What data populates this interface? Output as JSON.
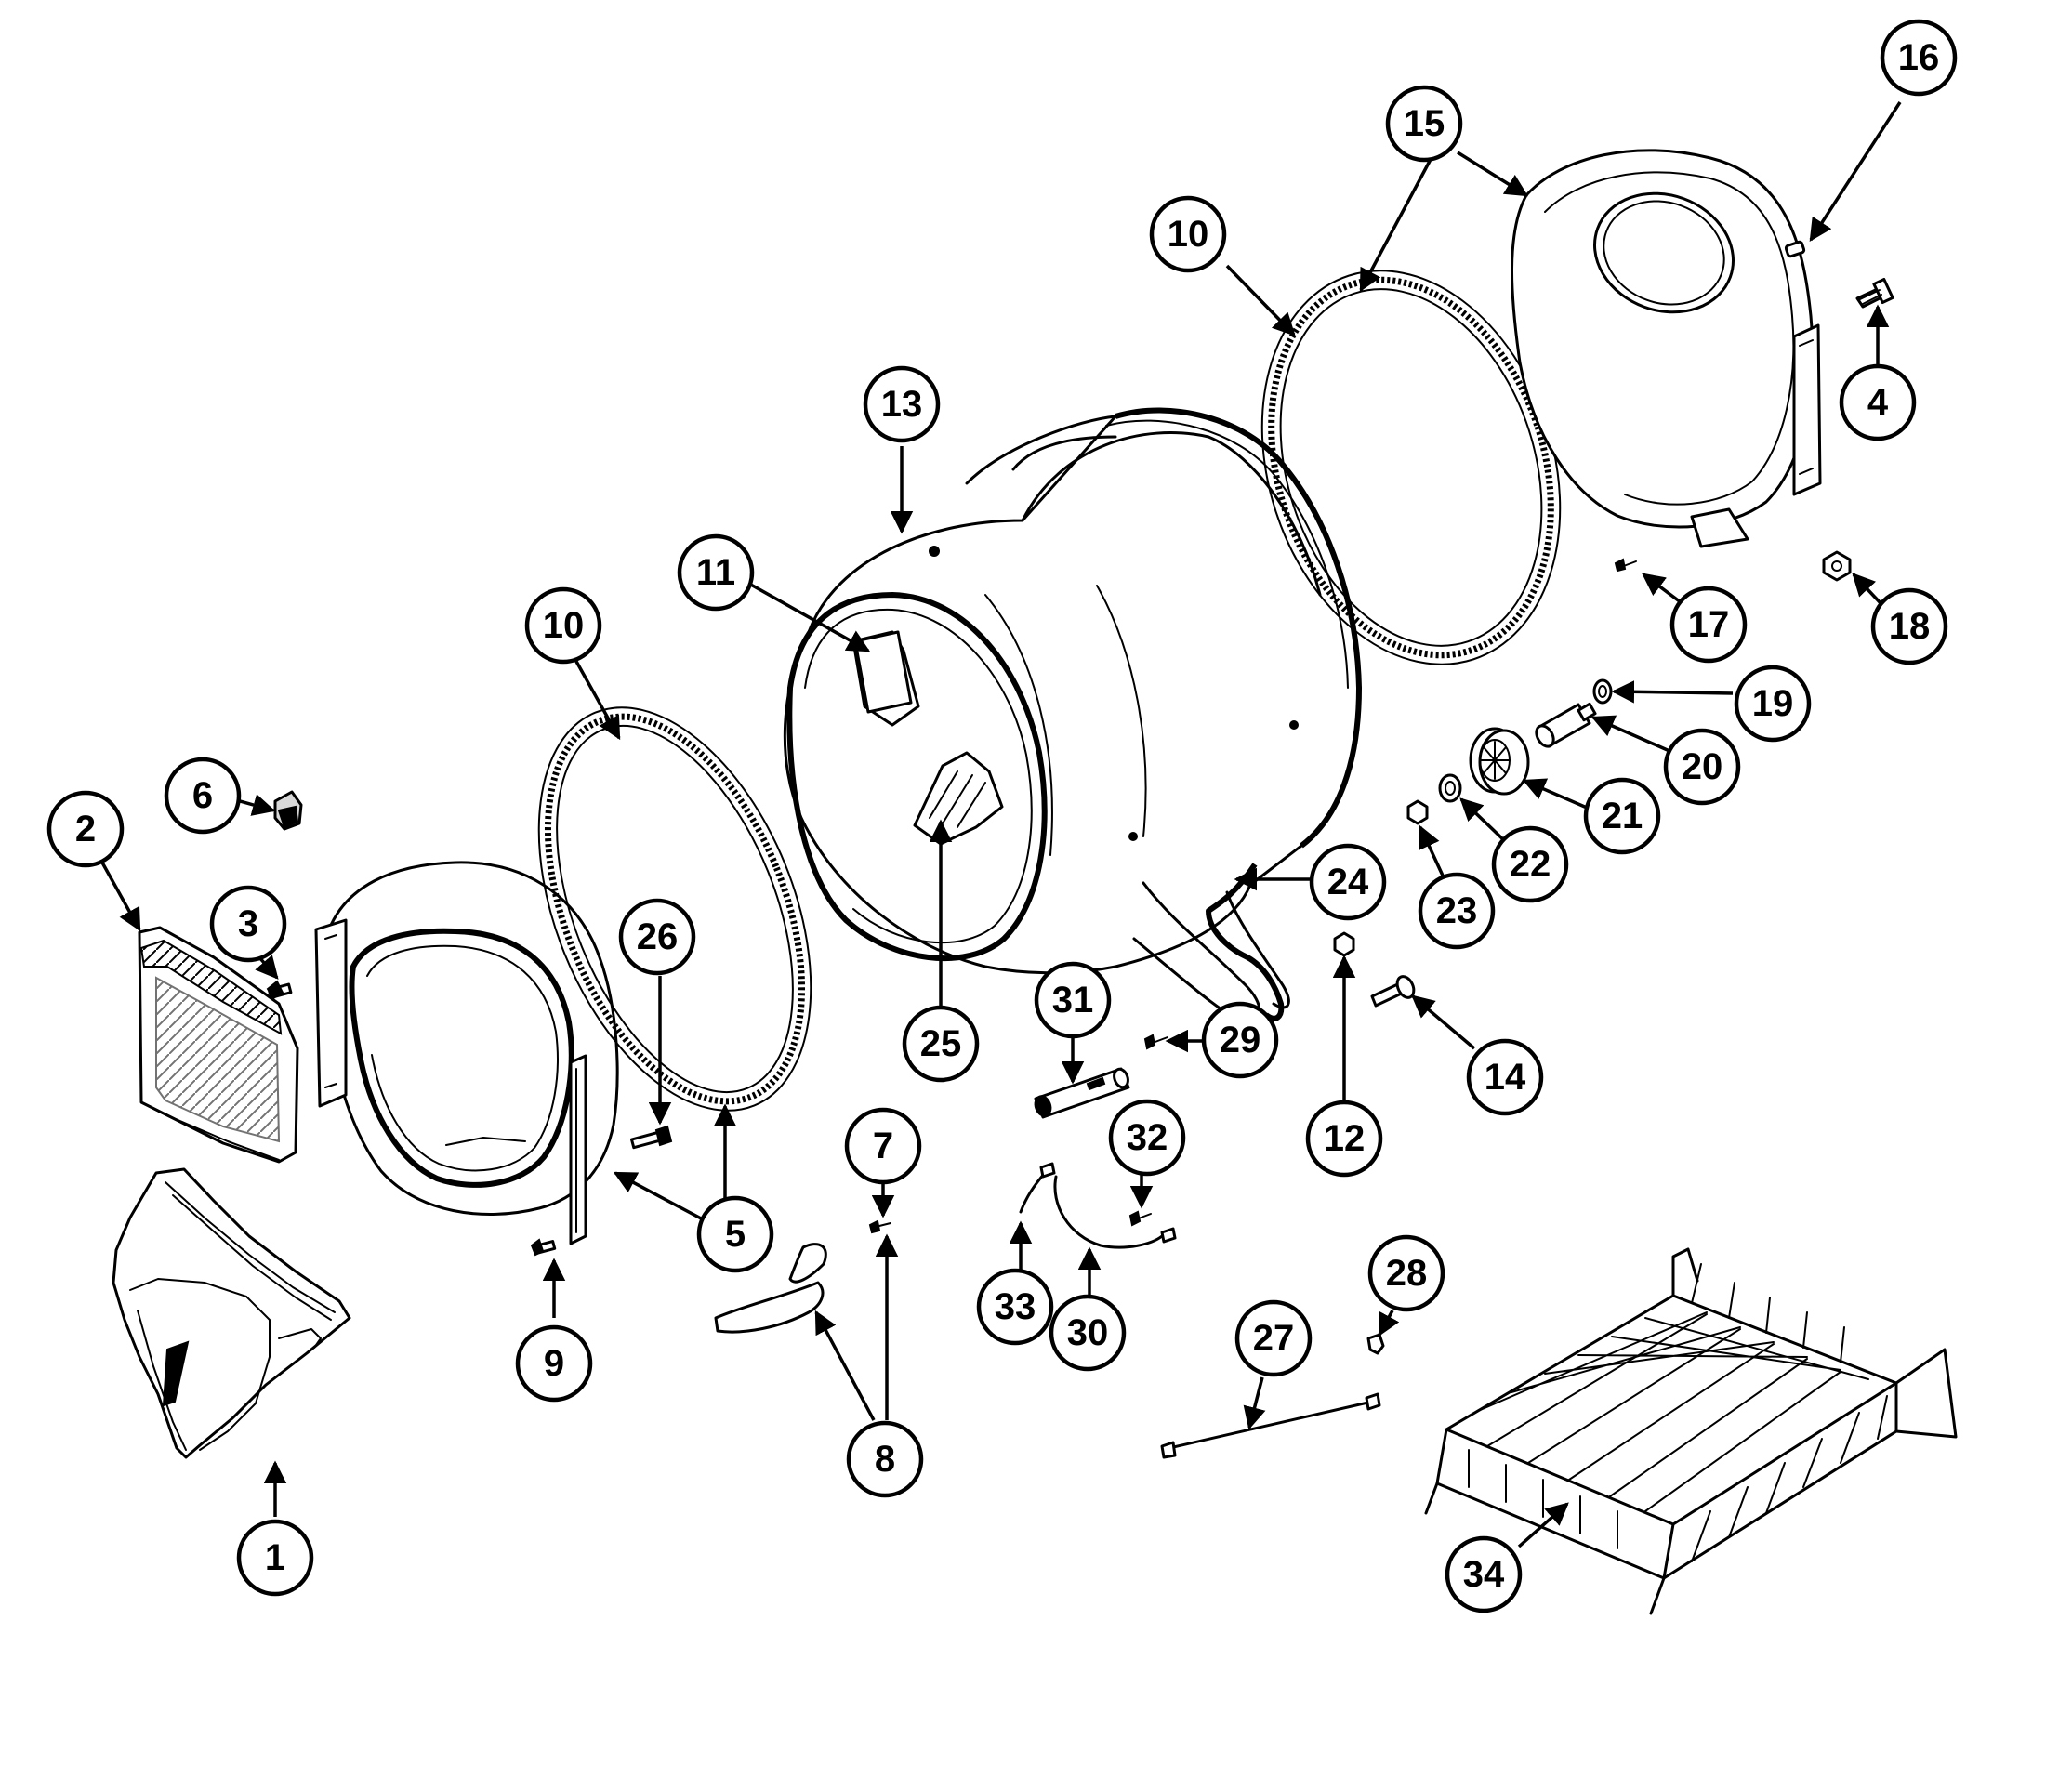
{
  "callouts": [
    {
      "id": "c1",
      "label": "1"
    },
    {
      "id": "c2",
      "label": "2"
    },
    {
      "id": "c3",
      "label": "3"
    },
    {
      "id": "c4",
      "label": "4"
    },
    {
      "id": "c5",
      "label": "5"
    },
    {
      "id": "c6",
      "label": "6"
    },
    {
      "id": "c7",
      "label": "7"
    },
    {
      "id": "c8",
      "label": "8"
    },
    {
      "id": "c9",
      "label": "9"
    },
    {
      "id": "c10a",
      "label": "10"
    },
    {
      "id": "c10b",
      "label": "10"
    },
    {
      "id": "c11",
      "label": "11"
    },
    {
      "id": "c12",
      "label": "12"
    },
    {
      "id": "c13",
      "label": "13"
    },
    {
      "id": "c14",
      "label": "14"
    },
    {
      "id": "c15",
      "label": "15"
    },
    {
      "id": "c16",
      "label": "16"
    },
    {
      "id": "c17",
      "label": "17"
    },
    {
      "id": "c18",
      "label": "18"
    },
    {
      "id": "c19",
      "label": "19"
    },
    {
      "id": "c20",
      "label": "20"
    },
    {
      "id": "c21",
      "label": "21"
    },
    {
      "id": "c22",
      "label": "22"
    },
    {
      "id": "c23",
      "label": "23"
    },
    {
      "id": "c24",
      "label": "24"
    },
    {
      "id": "c25",
      "label": "25"
    },
    {
      "id": "c26",
      "label": "26"
    },
    {
      "id": "c27",
      "label": "27"
    },
    {
      "id": "c28",
      "label": "28"
    },
    {
      "id": "c29",
      "label": "29"
    },
    {
      "id": "c30",
      "label": "30"
    },
    {
      "id": "c31",
      "label": "31"
    },
    {
      "id": "c32",
      "label": "32"
    },
    {
      "id": "c33",
      "label": "33"
    },
    {
      "id": "c34",
      "label": "34"
    }
  ]
}
